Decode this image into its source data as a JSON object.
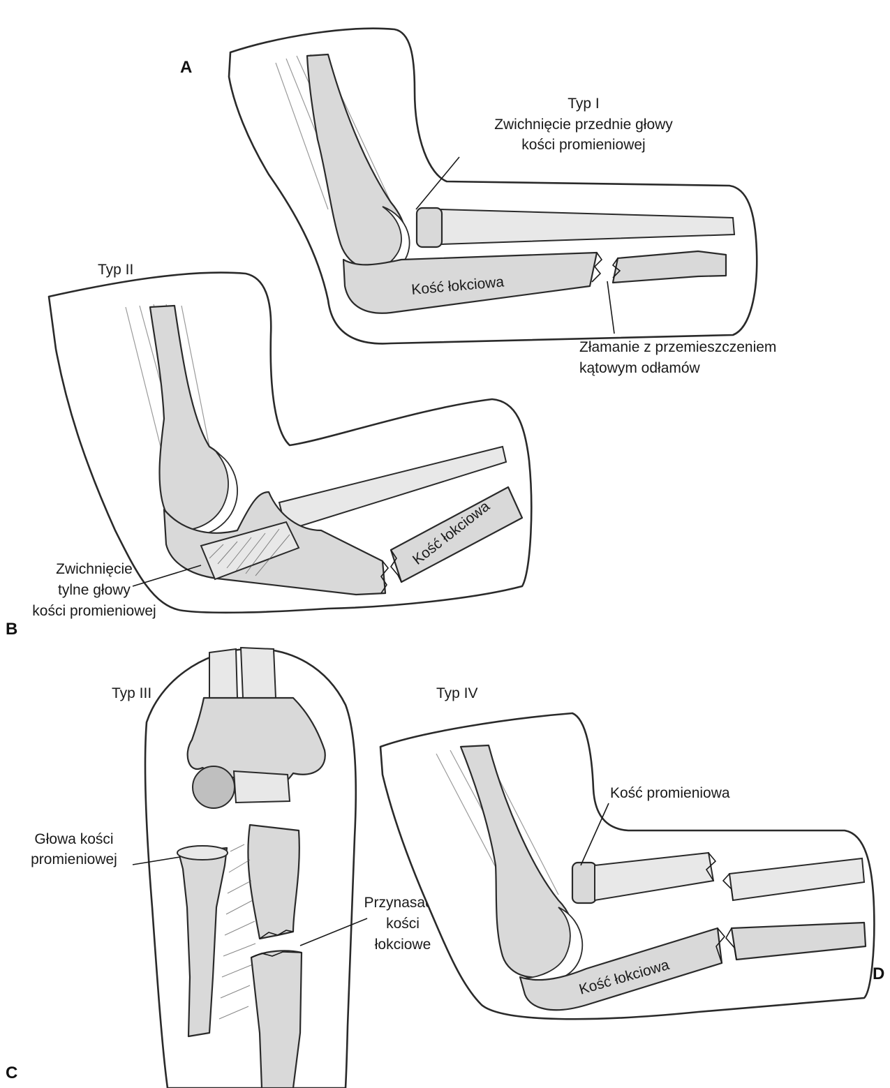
{
  "panels": {
    "a": {
      "letter": "A",
      "type_label": "Typ I",
      "desc_line1": "Zwichnięcie przednie głowy",
      "desc_line2": "kości promieniowej",
      "ulna_label": "Kość łokciowa",
      "fracture_line1": "Złamanie z przemieszczeniem",
      "fracture_line2": "kątowym odłamów"
    },
    "b": {
      "letter": "B",
      "type_label": "Typ II",
      "ulna_label": "Kość łokciowa",
      "desc_line1": "Zwichnięcie",
      "desc_line2": "tylne głowy",
      "desc_line3": "kości promieniowej"
    },
    "c": {
      "letter": "C",
      "type_label": "Typ III",
      "head_line1": "Głowa kości",
      "head_line2": "promieniowej",
      "meta_line1": "Przynasada",
      "meta_line2": "kości",
      "meta_line3": "łokciowe"
    },
    "d": {
      "letter": "D",
      "type_label": "Typ IV",
      "radius_label": "Kość promieniowa",
      "ulna_label": "Kość łokciowa"
    }
  },
  "colors": {
    "ink": "#2a2a2a",
    "bone_fill": "#d9d9d9",
    "background": "#ffffff"
  }
}
